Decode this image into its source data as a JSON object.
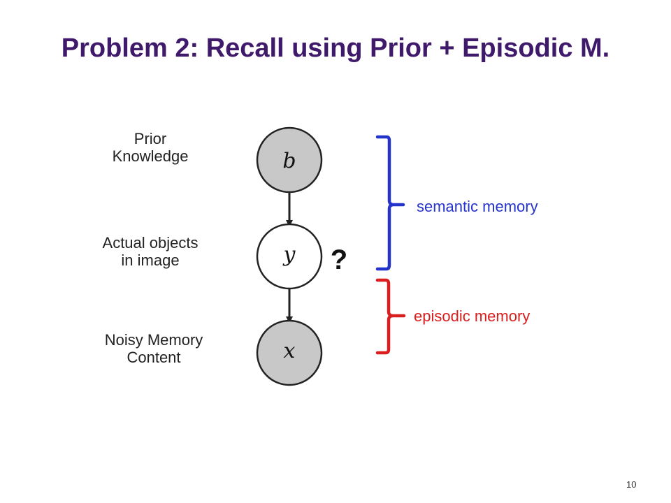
{
  "slide": {
    "title": "Problem 2: Recall using Prior + Episodic M.",
    "page_number": "10"
  },
  "labels": {
    "prior": "Prior\nKnowledge",
    "actual": "Actual objects\nin image",
    "noisy": "Noisy Memory\nContent"
  },
  "nodes": {
    "b": {
      "symbol": "b",
      "fill": "#c8c8c8"
    },
    "y": {
      "symbol": "y",
      "fill": "#ffffff"
    },
    "x": {
      "symbol": "x",
      "fill": "#c8c8c8"
    }
  },
  "question_mark": "?",
  "memory": {
    "semantic": {
      "label": "semantic memory",
      "color": "#2433c9"
    },
    "episodic": {
      "label": "episodic memory",
      "color": "#d81e1e"
    }
  }
}
